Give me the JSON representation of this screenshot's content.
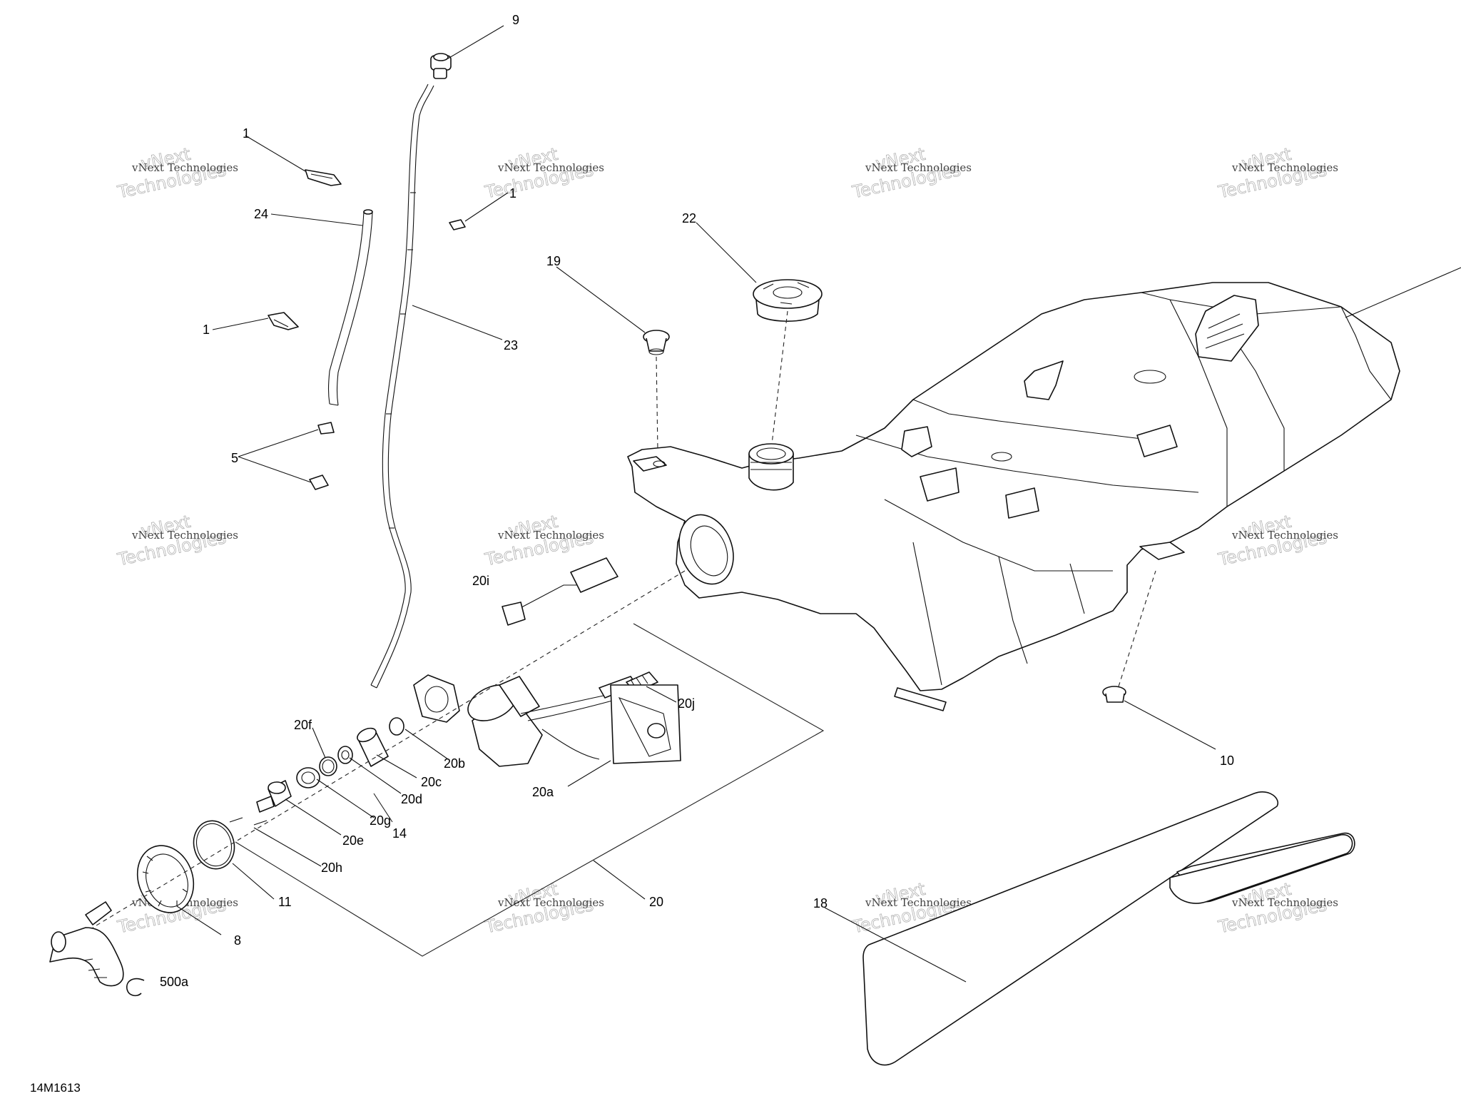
{
  "figure_id": "14M1613",
  "watermark": {
    "line1": "vNext Technologies",
    "line2": "vNext",
    "line3": "Technologies"
  },
  "callouts": [
    {
      "id": "c-9",
      "text": "9"
    },
    {
      "id": "c-1a",
      "text": "1"
    },
    {
      "id": "c-1b",
      "text": "1"
    },
    {
      "id": "c-1c",
      "text": "1"
    },
    {
      "id": "c-24",
      "text": "24"
    },
    {
      "id": "c-23",
      "text": "23"
    },
    {
      "id": "c-5",
      "text": "5"
    },
    {
      "id": "c-22",
      "text": "22"
    },
    {
      "id": "c-19",
      "text": "19"
    },
    {
      "id": "c-20i",
      "text": "20i"
    },
    {
      "id": "c-20j",
      "text": "20j"
    },
    {
      "id": "c-20f",
      "text": "20f"
    },
    {
      "id": "c-20b",
      "text": "20b"
    },
    {
      "id": "c-20c",
      "text": "20c"
    },
    {
      "id": "c-20d",
      "text": "20d"
    },
    {
      "id": "c-20a",
      "text": "20a"
    },
    {
      "id": "c-20g",
      "text": "20g"
    },
    {
      "id": "c-14",
      "text": "14"
    },
    {
      "id": "c-20e",
      "text": "20e"
    },
    {
      "id": "c-20h",
      "text": "20h"
    },
    {
      "id": "c-11",
      "text": "11"
    },
    {
      "id": "c-20",
      "text": "20"
    },
    {
      "id": "c-8",
      "text": "8"
    },
    {
      "id": "c-500a",
      "text": "500a"
    },
    {
      "id": "c-10",
      "text": "10"
    },
    {
      "id": "c-18",
      "text": "18"
    }
  ]
}
